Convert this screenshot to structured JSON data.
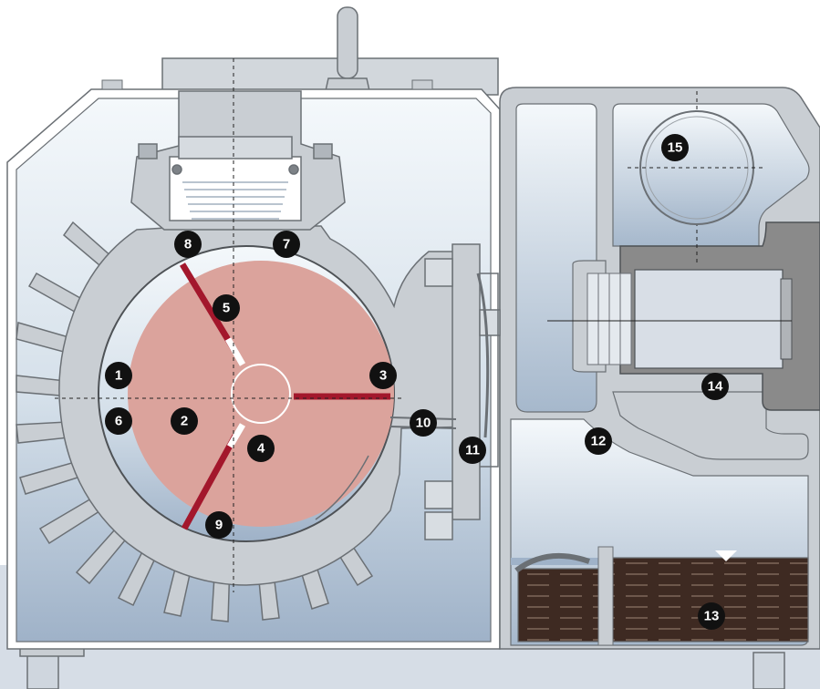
{
  "diagram": {
    "callouts": [
      {
        "id": "c1",
        "label": "1"
      },
      {
        "id": "c2",
        "label": "2"
      },
      {
        "id": "c3",
        "label": "3"
      },
      {
        "id": "c4",
        "label": "4"
      },
      {
        "id": "c5",
        "label": "5"
      },
      {
        "id": "c6",
        "label": "6"
      },
      {
        "id": "c7",
        "label": "7"
      },
      {
        "id": "c8",
        "label": "8"
      },
      {
        "id": "c9",
        "label": "9"
      },
      {
        "id": "c10",
        "label": "10"
      },
      {
        "id": "c11",
        "label": "11"
      },
      {
        "id": "c12",
        "label": "12"
      },
      {
        "id": "c13",
        "label": "13"
      },
      {
        "id": "c14",
        "label": "14"
      },
      {
        "id": "c15",
        "label": "15"
      }
    ],
    "colors": {
      "housing": "#c9ced3",
      "housing_stroke": "#6b7075",
      "rotor": "#dba39c",
      "vane": "#a3172c",
      "oil": "#3e2a22",
      "oil_line": "#8a7366",
      "fill_top": "#f4f8fb",
      "fill_bottom": "#9fb2c8",
      "drive_gray": "#8a8a8a",
      "callout": "#111111"
    }
  }
}
